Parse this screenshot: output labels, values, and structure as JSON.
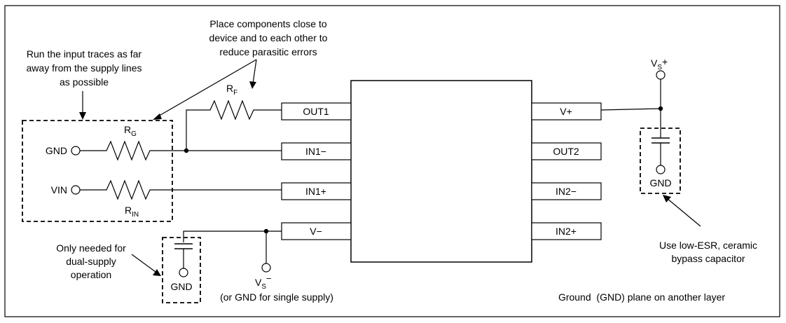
{
  "pins": {
    "left": [
      "OUT1",
      "IN1−",
      "IN1+",
      "V−"
    ],
    "right": [
      "V+",
      "OUT2",
      "IN2−",
      "IN2+"
    ]
  },
  "terminals": {
    "gnd": "GND",
    "vin": "VIN",
    "vs_plus": {
      "main": "V",
      "sub": "S",
      "sup": "+"
    },
    "vs_minus": {
      "main": "V",
      "sub": "S",
      "sup": "−"
    },
    "gnd_cap_right": "GND",
    "gnd_cap_left": "GND"
  },
  "resistors": {
    "rf": {
      "main": "R",
      "sub": "F"
    },
    "rg": {
      "main": "R",
      "sub": "G"
    },
    "rin": {
      "main": "R",
      "sub": "IN"
    }
  },
  "annotations": {
    "input_traces": [
      "Run the input traces as far",
      "away from the supply lines",
      "as possible"
    ],
    "place_components": [
      "Place components close to",
      "device and to each other to",
      "reduce parasitic errors"
    ],
    "dual_supply": [
      "Only needed for",
      "dual-supply",
      "operation"
    ],
    "single_supply": "(or GND for single supply)",
    "low_esr": [
      "Use low-ESR, ceramic",
      "bypass capacitor"
    ],
    "ground_plane": "Ground  (GND) plane on another layer"
  }
}
